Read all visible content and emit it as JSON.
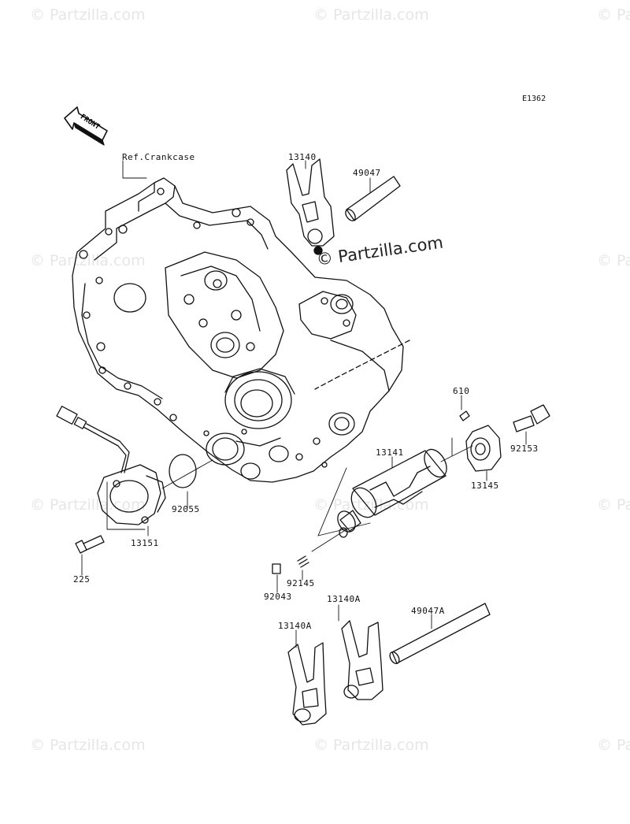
{
  "diagram": {
    "code": "E1362",
    "front_label": "FRONT",
    "watermark_small": "© Partzilla.com",
    "watermark_main": "© Partzilla.com",
    "labels": {
      "ref_crankcase": "Ref.Crankcase",
      "p13140": "13140",
      "p49047": "49047",
      "p610": "610",
      "p13141": "13141",
      "p92153": "92153",
      "p13145": "13145",
      "p92055": "92055",
      "p13151": "13151",
      "p225": "225",
      "p92145": "92145",
      "p92043": "92043",
      "p13140A_upper": "13140A",
      "p13140A_lower": "13140A",
      "p49047A": "49047A"
    }
  }
}
